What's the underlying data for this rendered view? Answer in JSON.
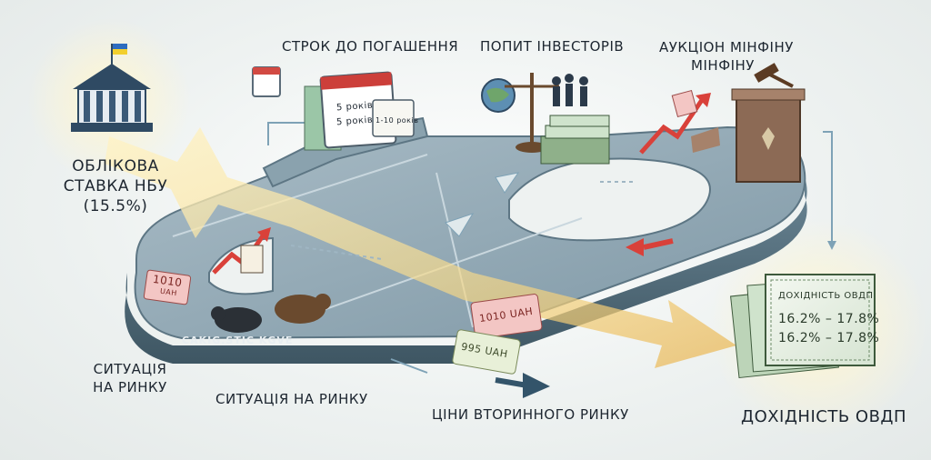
{
  "labels": {
    "nbu_rate_line1": "ОБЛІКОВА",
    "nbu_rate_line2": "СТАВКА НБУ",
    "nbu_rate_value": "(15.5%)",
    "maturity": "СТРОК ДО ПОГАШЕННЯ",
    "investor_demand": "ПОПИТ ІНВЕСТОРІВ",
    "auction_line1": "АУКЦІОН МІНФІНУ",
    "auction_line2": "МІНФІНУ",
    "market_left_line1": "СИТУАЦІЯ",
    "market_left_line2": "НА РИНКУ",
    "market_center": "СИТУАЦІЯ НА РИНКУ",
    "secondary_prices": "ЦІНИ ВТОРИННОГО РИНКУ",
    "ovdp_yield": "ДОХІДНІСТЬ ОВДП"
  },
  "calendar": {
    "row1": "5 років",
    "row2": "5 років",
    "small": "1-10 років"
  },
  "price_tags": {
    "left_tag": "1010",
    "left_tag_unit": "UAH",
    "center_tag": "1010 UAH",
    "lower_tag": "995 UAH"
  },
  "road_text": "CAKIG.STIC KGVE",
  "yield_doc": {
    "title": "ДОХІДНІСТЬ ОВДП",
    "line1": "16.2% – 17.8%",
    "line2": "16.2% – 17.8%"
  },
  "colors": {
    "road_top": "#8ea7b3",
    "road_side": "#5f7a88",
    "arrow_yellow": "#f4d27a",
    "trend_red": "#d9413a",
    "tag_pink": "#f3c6c4",
    "money_green": "#cfe3cc",
    "podium_brown": "#8c6a55",
    "flag_blue": "#2d6cc0",
    "flag_yellow": "#f2cf2e"
  }
}
